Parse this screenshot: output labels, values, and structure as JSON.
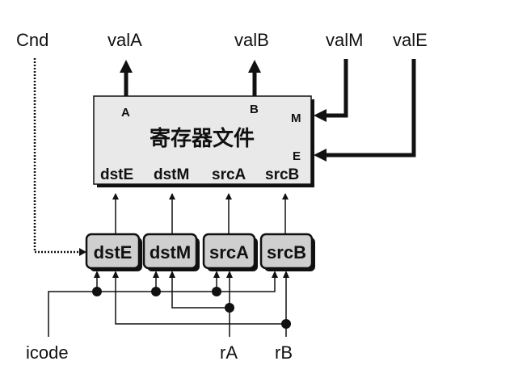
{
  "diagram": {
    "title": "寄存器文件",
    "colors": {
      "line": "#111111",
      "box_fill": "#e9e9e9",
      "block_fill": "#cfcfcf",
      "background": "#ffffff"
    },
    "top_signals": {
      "cnd": "Cnd",
      "valA": "valA",
      "valB": "valB",
      "valM": "valM",
      "valE": "valE"
    },
    "register_file": {
      "out_port_a": "A",
      "out_port_b": "B",
      "in_port_m": "M",
      "in_port_e": "E",
      "addr_ports": [
        "dstE",
        "dstM",
        "srcA",
        "srcB"
      ]
    },
    "logic_blocks": [
      "dstE",
      "dstM",
      "srcA",
      "srcB"
    ],
    "bottom_signals": {
      "icode": "icode",
      "rA": "rA",
      "rB": "rB"
    }
  }
}
